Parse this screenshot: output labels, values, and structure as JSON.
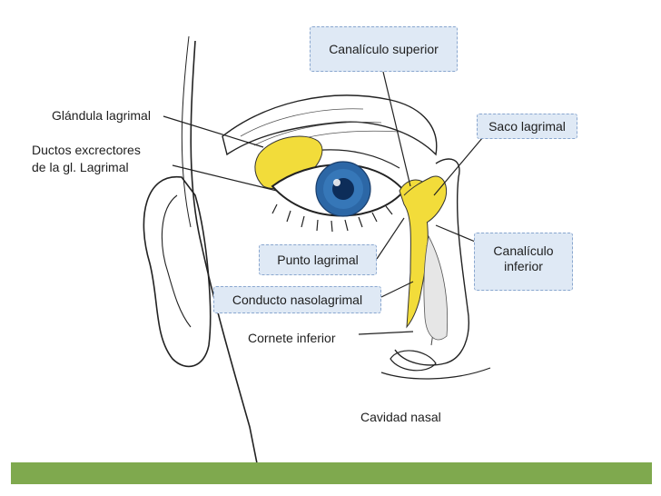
{
  "labels": {
    "canaliculo_superior": "Canalículo superior",
    "glandula_lagrimal": "Glándula lagrimal",
    "ductos_line1": "Ductos excrectores",
    "ductos_line2": "de la gl. Lagrimal",
    "saco_lagrimal": "Saco lagrimal",
    "canaliculo_inferior_line1": "Canalículo",
    "canaliculo_inferior_line2": "inferior",
    "punto_lagrimal": "Punto lagrimal",
    "conducto_nasolagrimal": "Conducto  nasolagrimal",
    "cornete_inferior": "Cornete inferior",
    "cavidad_nasal": "Cavidad nasal"
  },
  "colors": {
    "gland_yellow": "#f2dc3a",
    "iris_blue": "#2c67a6",
    "pupil": "#0d2d59",
    "label_box_fill": "#dfe9f5",
    "label_box_border": "#8aa7cf",
    "bottom_bar": "#7fa94e"
  }
}
